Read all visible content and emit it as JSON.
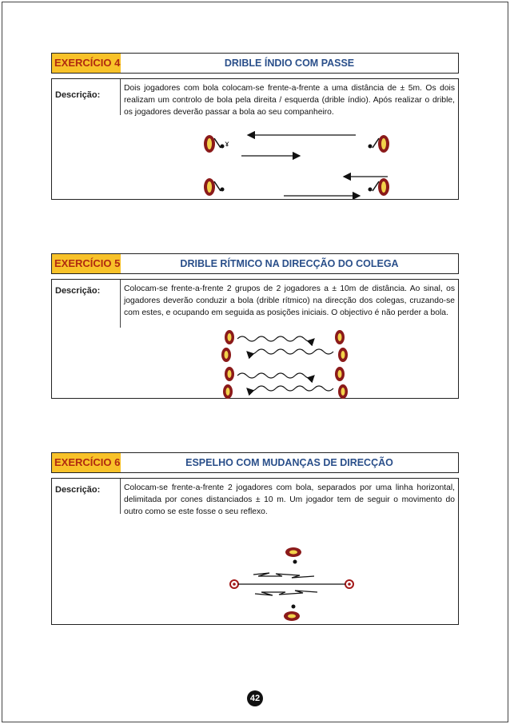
{
  "exercises": [
    {
      "label": "EXERCÍCIO 4",
      "title": "DRIBLE ÍNDIO COM PASSE",
      "description_label": "Descrição:",
      "description": "Dois jogadores com bola colocam-se frente-a-frente a uma distância de ± 5m. Os dois realizam um controlo de bola pela direita / esquerda (drible índio). Após realizar o drible, os jogadores deverão passar a bola ao seu companheiro."
    },
    {
      "label": "EXERCÍCIO 5",
      "title": "DRIBLE RÍTMICO NA DIRECÇÃO DO COLEGA",
      "description_label": "Descrição:",
      "description": "Colocam-se frente-a-frente 2 grupos de 2 jogadores a ± 10m de distância. Ao sinal, os jogadores deverão conduzir a bola (drible rítmico) na direcção dos colegas, cruzando-se com estes, e ocupando em seguida as posições iniciais. O objectivo é não perder a bola."
    },
    {
      "label": "EXERCÍCIO 6",
      "title": "ESPELHO COM MUDANÇAS DE DIRECÇÃO",
      "description_label": "Descrição:",
      "description": "Colocam-se frente-a-frente 2 jogadores com bola, separados por uma linha horizontal, delimitada por cones distanciados ± 10 m. Um jogador tem de seguir o movimento do outro como se este fosse o seu reflexo."
    }
  ],
  "page_number": "42",
  "colors": {
    "label_bg": "#f8c229",
    "label_text": "#b02a10",
    "title_text": "#2a4f8a",
    "player_red": "#8b1a1a",
    "player_yellow": "#f2d24a",
    "cone_red": "#a31919"
  }
}
